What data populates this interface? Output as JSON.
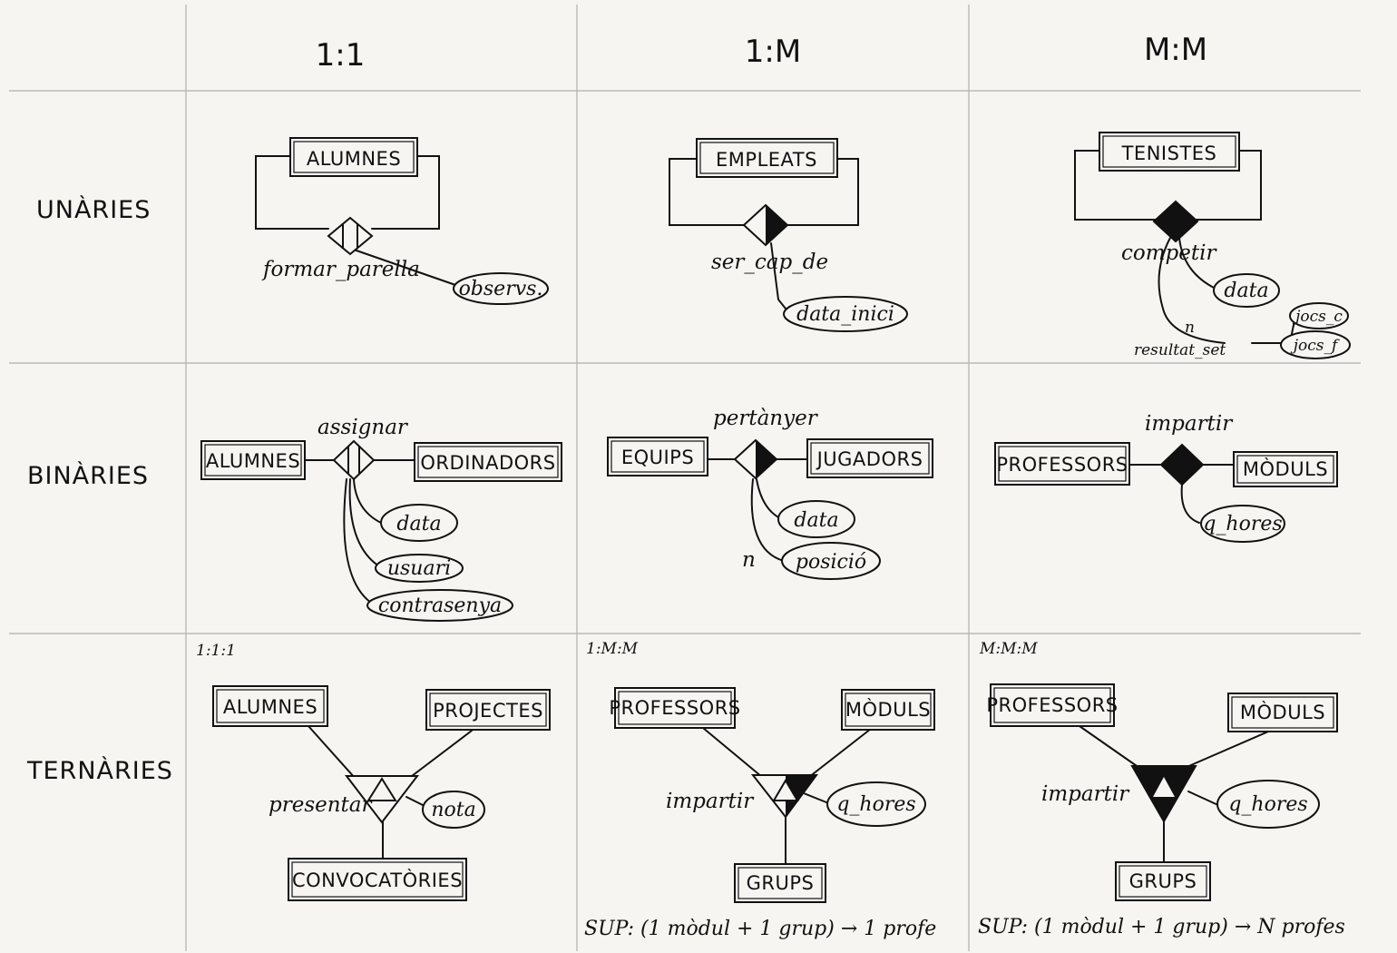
{
  "columns": [
    "1:1",
    "1:M",
    "M:M"
  ],
  "rows": [
    "UNÀRIES",
    "BINÀRIES",
    "TERNÀRIES"
  ],
  "unary_1_1": {
    "entity": "ALUMNES",
    "relationship": "formar_parella",
    "attributes": [
      "observs."
    ]
  },
  "unary_1_m": {
    "entity": "EMPLEATS",
    "relationship": "ser_cap_de",
    "attributes": [
      "data_inici"
    ]
  },
  "unary_m_m": {
    "entity": "TENISTES",
    "relationship": "competir",
    "attributes": [
      "data",
      "jocs_c",
      "jocs_f"
    ],
    "multivalued_mark": "n",
    "composite_attribute": "resultat_set"
  },
  "binary_1_1": {
    "entities": [
      "ALUMNES",
      "ORDINADORS"
    ],
    "relationship": "assignar",
    "attributes": [
      "data",
      "usuari",
      "contrasenya"
    ]
  },
  "binary_1_m": {
    "entities": [
      "EQUIPS",
      "JUGADORS"
    ],
    "relationship": "pertànyer",
    "attributes": [
      "data",
      "posició"
    ],
    "multivalued_mark": "n"
  },
  "binary_m_m": {
    "entities": [
      "PROFESSORS",
      "MÒDULS"
    ],
    "relationship": "impartir",
    "attributes": [
      "q_hores"
    ]
  },
  "ternary_1_1_1": {
    "cardinality": "1:1:1",
    "entities": [
      "ALUMNES",
      "PROJECTES",
      "CONVOCATÒRIES"
    ],
    "relationship": "presentar",
    "attributes": [
      "nota"
    ]
  },
  "ternary_1_m_m": {
    "cardinality": "1:M:M",
    "entities": [
      "PROFESSORS",
      "MÒDULS",
      "GRUPS"
    ],
    "relationship": "impartir",
    "attributes": [
      "q_hores"
    ],
    "note": "SUP: (1 mòdul + 1 grup) → 1 profe"
  },
  "ternary_m_m_m": {
    "cardinality": "M:M:M",
    "entities": [
      "PROFESSORS",
      "MÒDULS",
      "GRUPS"
    ],
    "relationship": "impartir",
    "attributes": [
      "q_hores"
    ],
    "note": "SUP: (1 mòdul + 1 grup) → N profes"
  }
}
